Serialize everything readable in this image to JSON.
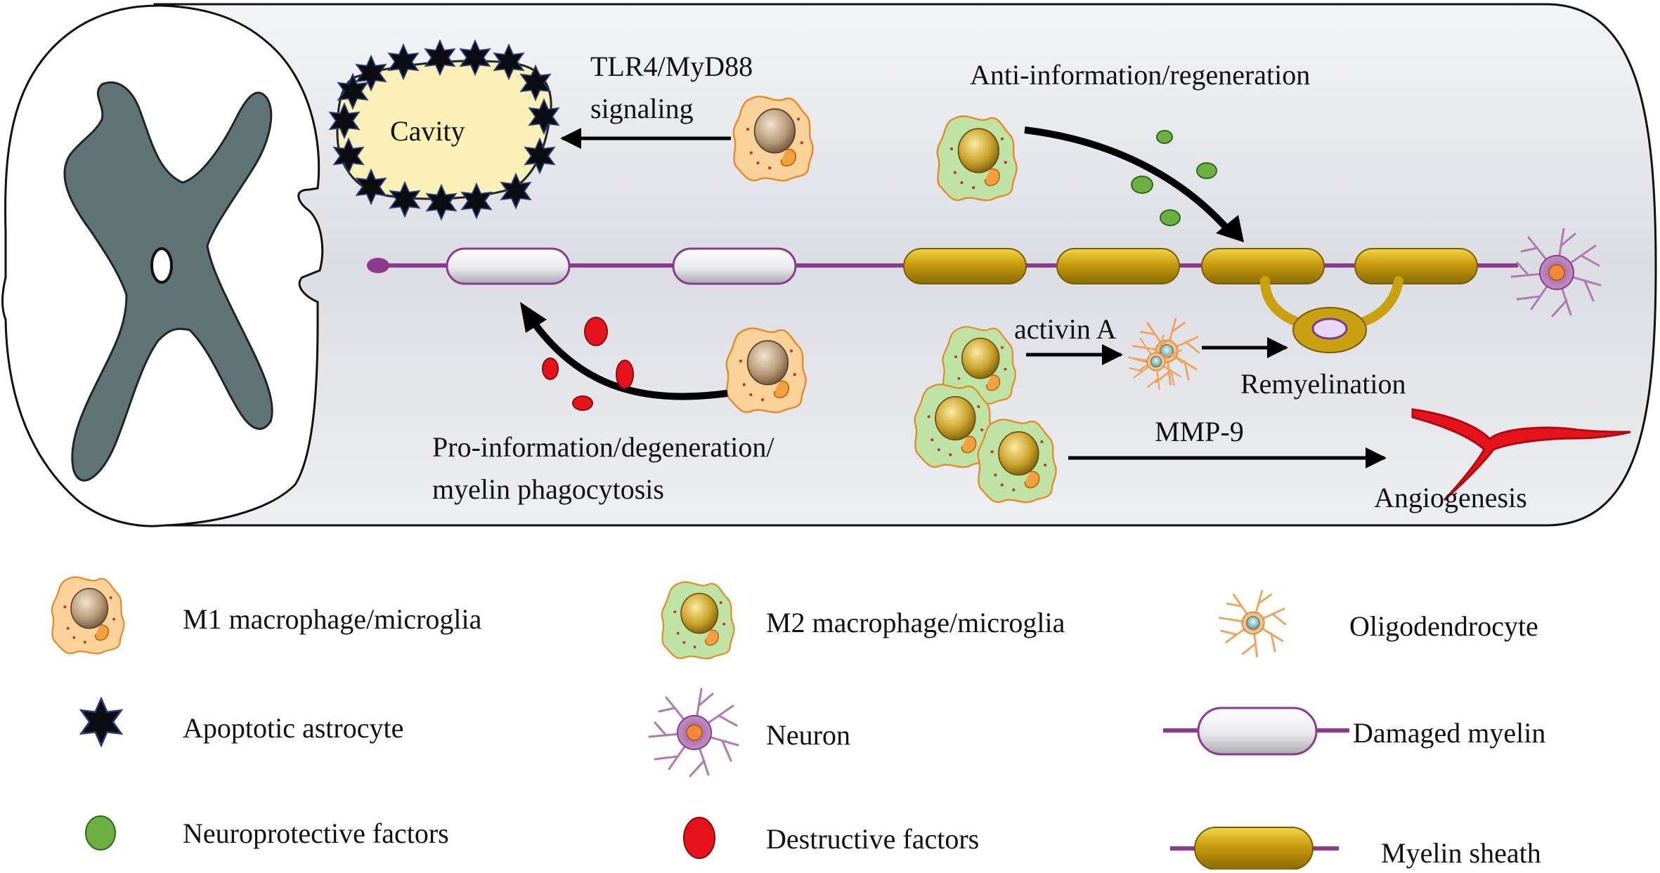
{
  "diagram": {
    "cavity_label": "Cavity",
    "tlr_signaling": [
      "TLR4/MyD88",
      "signaling"
    ],
    "anti_inflammation": "Anti-information/regeneration",
    "pro_inflammation": [
      "Pro-information/degeneration/",
      "myelin phagocytosis"
    ],
    "activin": "activin A",
    "remyelination": "Remyelination",
    "mmp9": "MMP-9",
    "angiogenesis": "Angiogenesis"
  },
  "legend": {
    "m1": "M1 macrophage/microglia",
    "m2": "M2 macrophage/microglia",
    "oligodendrocyte": "Oligodendrocyte",
    "astrocyte": "Apoptotic astrocyte",
    "neuron": "Neuron",
    "damaged_myelin": "Damaged myelin",
    "neuroprotective": "Neuroprotective factors",
    "destructive": "Destructive factors",
    "myelin_sheath": "Myelin sheath"
  },
  "colors": {
    "m1_cell": "#fbd39a",
    "m2_cell": "#bfe3a4",
    "gold": "#c9a010",
    "axon": "#8b3a8f",
    "red": "#e5141c",
    "green": "#6cb043",
    "gray_matter": "#5f7475",
    "tube": "#e8e9ee"
  }
}
